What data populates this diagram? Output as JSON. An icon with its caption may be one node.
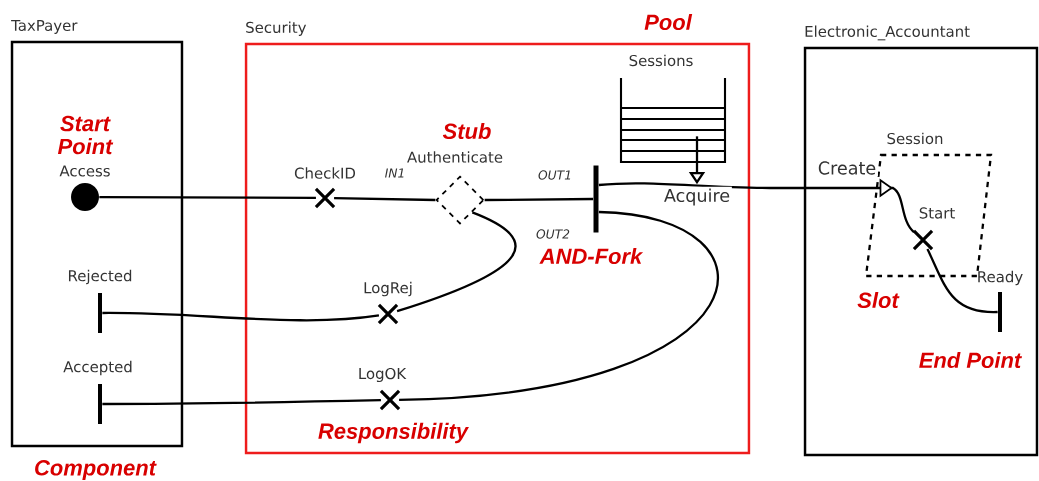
{
  "diagram": {
    "nodes": [
      {
        "text": [
          "TaxPayer"
        ],
        "beside": [
          "Component"
        ]
      },
      {
        "text": [
          "Security"
        ]
      },
      {
        "text": [
          "Electronic_Accountant"
        ]
      },
      {
        "text": [],
        "shape": "circle",
        "beside": [
          "Start Point",
          "Access"
        ],
        "in": 0
      },
      {
        "text": [],
        "shape": "cross",
        "beside": [
          "CheckID"
        ],
        "in": 1
      },
      {
        "text": [],
        "shape": "diamond",
        "beside": [
          "Stub",
          "Authenticate"
        ],
        "in": 1
      },
      {
        "text": [],
        "shape": "bar",
        "beside": [
          "AND-Fork"
        ],
        "in": 1
      },
      {
        "text": [
          "Sessions"
        ],
        "beside": [
          "Pool"
        ],
        "in": 1
      },
      {
        "text": [],
        "shape": "cross",
        "beside": [
          "LogRej"
        ],
        "in": 1
      },
      {
        "text": [],
        "shape": "cross",
        "beside": [
          "LogOK",
          "Responsibility"
        ],
        "in": 1
      },
      {
        "text": [],
        "shape": "bar",
        "beside": [
          "Rejected"
        ],
        "in": 0
      },
      {
        "text": [],
        "shape": "bar",
        "beside": [
          "Accepted"
        ],
        "in": 0
      },
      {
        "text": [
          "Session"
        ],
        "beside": [
          "Slot"
        ],
        "in": 2
      },
      {
        "text": [],
        "shape": "cross",
        "beside": [
          "Start"
        ],
        "in": 12
      },
      {
        "text": [],
        "shape": "bar",
        "beside": [
          "Ready",
          "End Point"
        ],
        "in": 2
      }
    ],
    "edges": [
      {
        "from": 3,
        "to": 4,
        "arrow": "none"
      },
      {
        "from": 4,
        "to": 5,
        "arrow": "none",
        "label": "IN1"
      },
      {
        "from": 5,
        "to": 6,
        "arrow": "none",
        "label": "OUT1"
      },
      {
        "from": 5,
        "to": 8,
        "arrow": "none",
        "label": "OUT2"
      },
      {
        "from": 8,
        "to": 10,
        "arrow": "none"
      },
      {
        "from": 6,
        "to": 9,
        "arrow": "none"
      },
      {
        "from": 9,
        "to": 11,
        "arrow": "none"
      },
      {
        "from": 7,
        "to": null,
        "arrow": "to",
        "label": "Acquire"
      },
      {
        "from": 6,
        "to": 13,
        "arrow": "to",
        "label": "Create"
      },
      {
        "from": 13,
        "to": 14,
        "arrow": "none"
      }
    ]
  }
}
